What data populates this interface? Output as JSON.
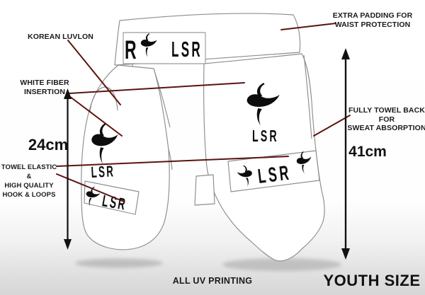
{
  "product": {
    "name": "LSR youth thigh guard diagram",
    "size_label": "YOUTH SIZE",
    "footer_note": "ALL UV PRINTING"
  },
  "brand": {
    "logo_text": "LSR",
    "waistband_wrapped_letter": "R",
    "logo_icon": "lsr-bird-icon"
  },
  "annotations": {
    "korean_luvlon": "KOREAN LUVLON",
    "white_fiber": "WHITE FIBER\nINSERTION",
    "extra_padding": "EXTRA PADDING FOR\nWAIST PROTECTION",
    "fully_towel": "FULLY TOWEL BACK FOR\nSWEAT ABSORPTION",
    "towel_elastic": "TOWEL ELASTIC &\nHIGH QUALITY\nHOOK & LOOPS"
  },
  "measurements": {
    "inner_pad_height": "24cm",
    "outer_pad_height": "41cm"
  },
  "colors": {
    "leader_line": "#5b1410",
    "arrow": "#111111",
    "garment_outline": "#8d8d8d",
    "logo": "#0d0d0d",
    "text": "#1a1a1a"
  }
}
